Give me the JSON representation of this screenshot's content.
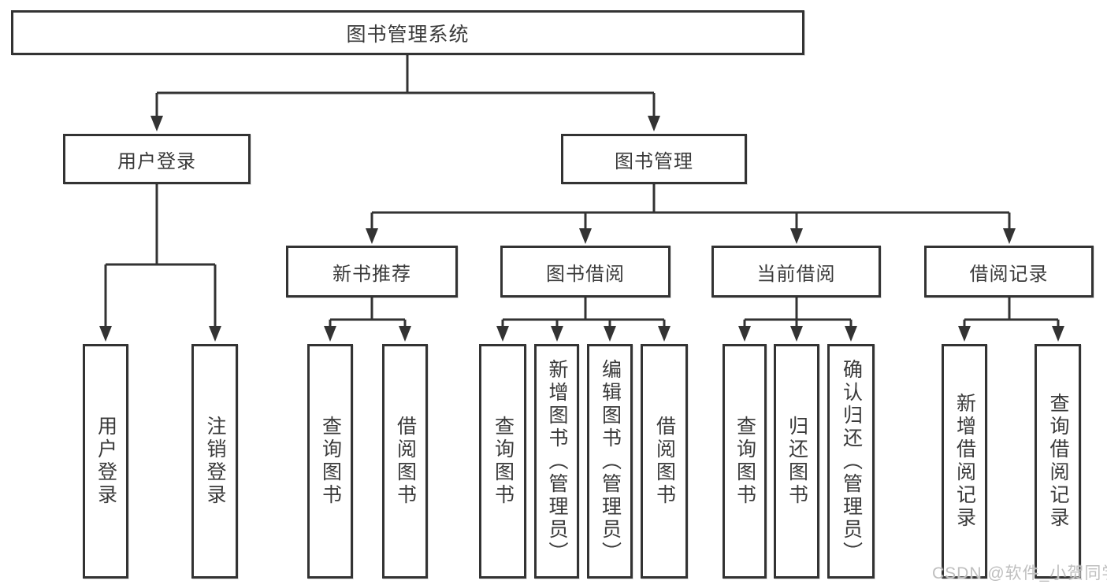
{
  "diagram_title": "图书管理系统",
  "org": {
    "root": "图书管理系统",
    "groups": [
      {
        "label": "用户登录",
        "children": [
          "用户登录",
          "注销登录"
        ]
      },
      {
        "label": "图书管理",
        "subgroups": [
          {
            "label": "新书推荐",
            "children": [
              "查询图书",
              "借阅图书"
            ]
          },
          {
            "label": "图书借阅",
            "children": [
              "查询图书",
              "新增图书（管理员）",
              "编辑图书（管理员）",
              "借阅图书"
            ]
          },
          {
            "label": "当前借阅",
            "children": [
              "查询图书",
              "归还图书",
              "确认归还（管理员）"
            ]
          },
          {
            "label": "借阅记录",
            "children": [
              "新增借阅记录",
              "查询借阅记录"
            ]
          }
        ]
      }
    ]
  },
  "watermark": {
    "text": "CSDN @软件_小贺同学"
  },
  "colors": {
    "line": "#333333",
    "box_border": "#333333",
    "text": "#3a3a3a",
    "background": "#ffffff",
    "watermark": "#bfbfbf"
  }
}
